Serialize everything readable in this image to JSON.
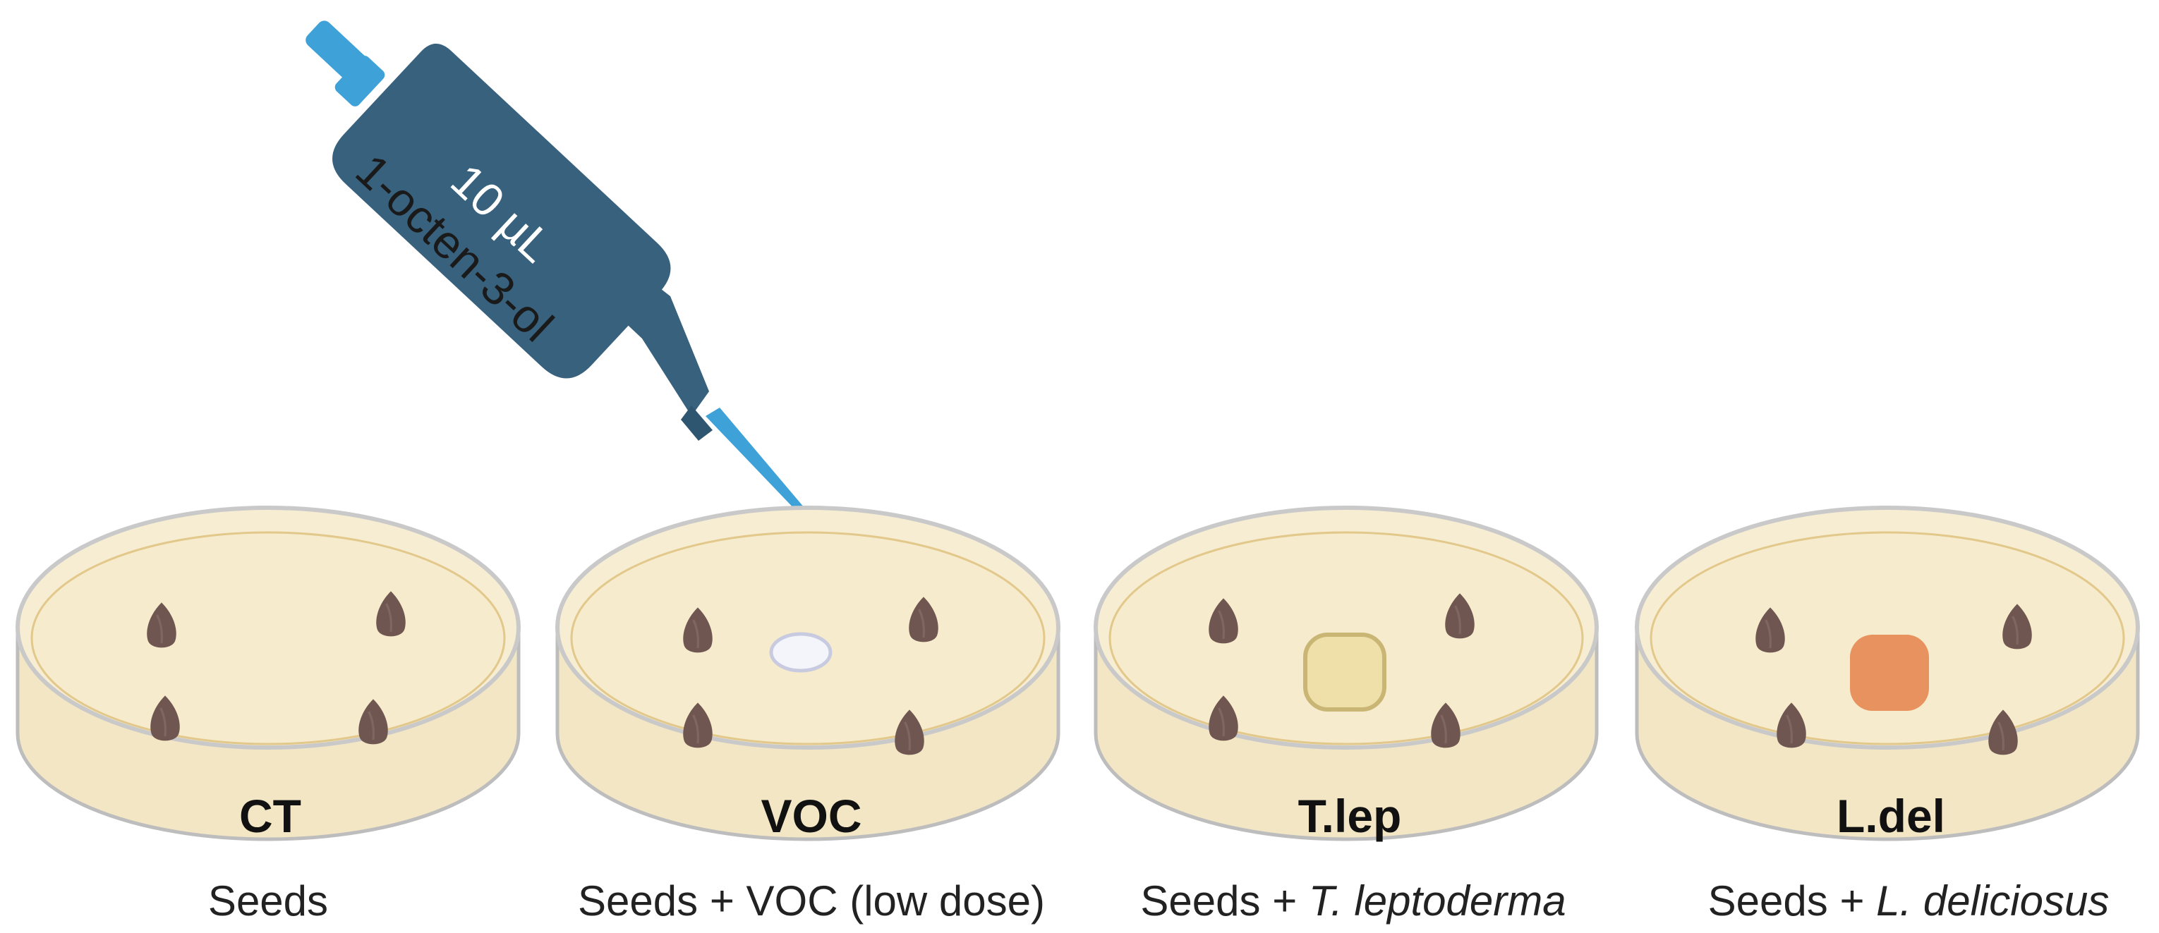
{
  "pipette": {
    "volume_label": "10 µL",
    "compound_label": "1-octen-3-ol"
  },
  "dishes": [
    {
      "id": "ct",
      "label": "CT",
      "caption_prefix": "Seeds",
      "caption_species": "",
      "treatment": "none"
    },
    {
      "id": "voc",
      "label": "VOC",
      "caption_prefix": "Seeds + VOC (low dose)",
      "caption_species": "",
      "treatment": "paper-disc"
    },
    {
      "id": "tlep",
      "label": "T.lep",
      "caption_prefix": "Seeds + ",
      "caption_species": "T. leptoderma",
      "treatment": "fungal-plug"
    },
    {
      "id": "ldel",
      "label": "L.del",
      "caption_prefix": "Seeds + ",
      "caption_species": "L. deliciosus",
      "treatment": "fungal-plug"
    }
  ],
  "colors": {
    "pipette_body": "#37617d",
    "pipette_plunger": "#3ea1d8",
    "droplet": "#9ed3ee",
    "agar": "#f6ebcc",
    "dish_rim": "#c9c9c9",
    "seed": "#6f5650",
    "tlep_plug": "#eee0a8",
    "ldel_plug": "#e8935f",
    "paper_disc": "#f3f5fa"
  }
}
